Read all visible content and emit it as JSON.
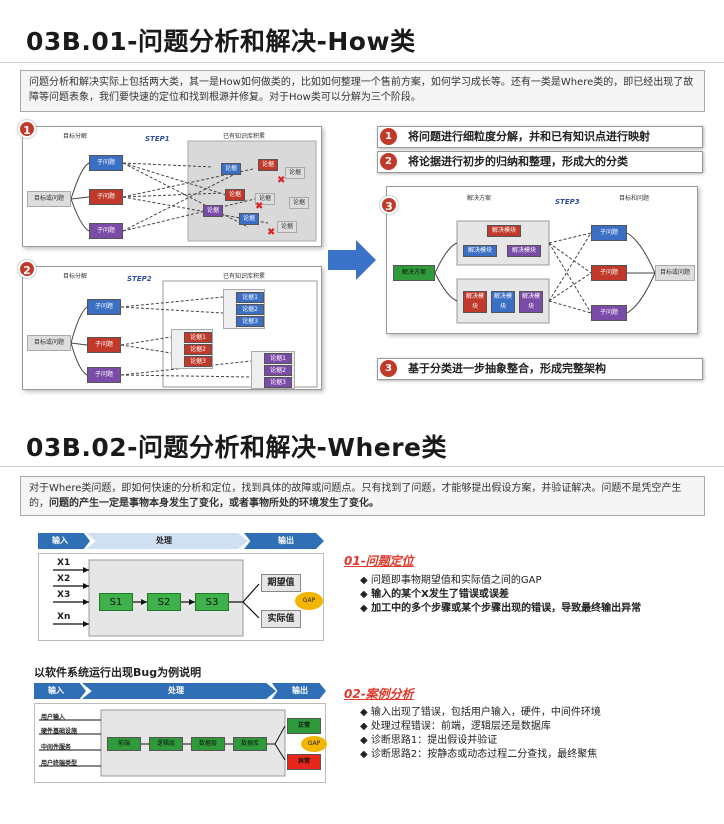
{
  "section1": {
    "title": "03B.01-问题分析和解决-How类",
    "intro": "问题分析和解决实际上包括两大类，其一是How如何做类的，比如如何整理一个售前方案，如何学习成长等。还有一类是Where类的，即已经出现了故障等问题表象，我们要快速的定位和找到根源并修复。对于How类可以分解为三个阶段。",
    "panel1": {
      "badge": "1",
      "col_left": "目标分解",
      "step": "STEP1",
      "col_right": "已有知识库积累",
      "root": "目标或问题",
      "sub": "子问题",
      "arg": "论据"
    },
    "panel2": {
      "badge": "2",
      "col_left": "目标分解",
      "step": "STEP2",
      "col_right": "已有知识库积累",
      "root": "目标或问题",
      "sub": "子问题",
      "arg1": "论据1",
      "arg2": "论据2",
      "arg3": "论据3"
    },
    "panel3": {
      "badge": "3",
      "col_left": "解决方案",
      "step": "STEP3",
      "col_right": "目标和问题",
      "solution": "解决方案",
      "module": "解决模块",
      "sub": "子问题",
      "root": "目标或问题"
    },
    "steps": [
      {
        "num": "1",
        "text": "将问题进行细粒度分解，并和已有知识点进行映射"
      },
      {
        "num": "2",
        "text": "将论据进行初步的归纳和整理，形成大的分类"
      },
      {
        "num": "3",
        "text": "基于分类进一步抽象整合，形成完整架构"
      }
    ]
  },
  "section2": {
    "title": "03B.02-问题分析和解决-Where类",
    "intro_a": "对于Where类问题，即如何快速的分析和定位，找到具体的故障或问题点。只有找到了问题，才能够提出假设方案，并验证解决。问题不是凭空产生的，",
    "intro_b": "问题的产生一定是事物本身发生了变化，或者事物所处的环境发生了变化。",
    "diagram1": {
      "stage_in": "输入",
      "stage_proc": "处理",
      "stage_out": "输出",
      "inputs": [
        "X1",
        "X2",
        "X3",
        "Xn"
      ],
      "steps": [
        "S1",
        "S2",
        "S3"
      ],
      "expected": "期望值",
      "actual": "实际值",
      "gap": "GAP"
    },
    "analysis1": {
      "title": "01-问题定位",
      "bullets": [
        "问题即事物期望值和实际值之间的GAP",
        "输入的某个X发生了错误或误差",
        "加工中的多个步骤或某个步骤出现的错误，导致最终输出异常"
      ]
    },
    "example_title": "以软件系统运行出现Bug为例说明",
    "diagram2": {
      "stage_in": "输入",
      "stage_proc": "处理",
      "stage_out": "输出",
      "inputs": [
        "用户输入",
        "硬件基础设施",
        "中间件服务",
        "用户终端类型"
      ],
      "layers": [
        "前端",
        "逻辑层",
        "数据层",
        "数据库"
      ],
      "normal": "正常",
      "abnormal": "异常",
      "gap": "GAP"
    },
    "analysis2": {
      "title": "02-案例分析",
      "bullets": [
        "输入出现了错误，包括用户输入，硬件，中间件环境",
        "处理过程错误：前端，逻辑层还是数据库",
        "诊断思路1：提出假设并验证",
        "诊断思路2：按静态或动态过程二分查找，最终聚焦"
      ]
    },
    "colors": {
      "accent_red": "#e0382a",
      "stage_blue": "#2f6fb5",
      "step_green": "#3fb14a"
    }
  }
}
